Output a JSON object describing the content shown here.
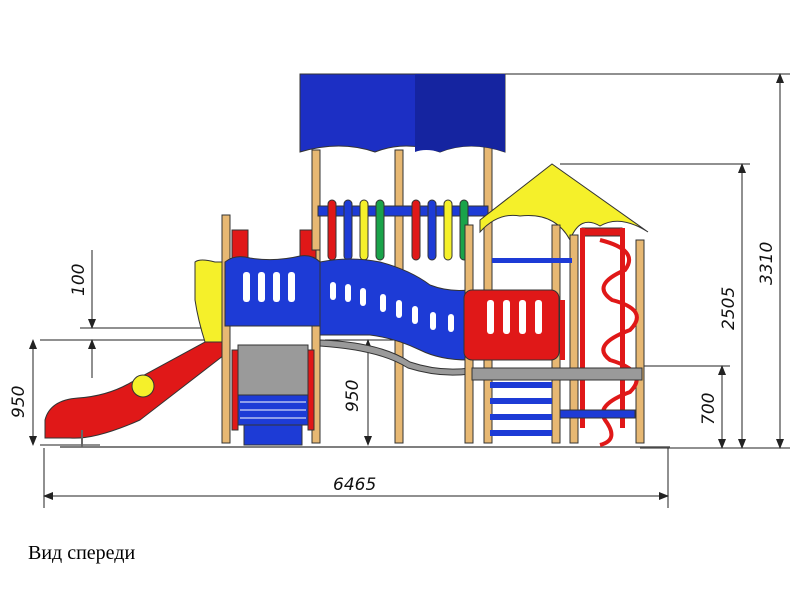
{
  "caption": "Вид спереди",
  "dimensions": {
    "total_width": "6465",
    "total_height": "3310",
    "roof_height": "2505",
    "platform_right": "700",
    "platform_left": "950",
    "platform_middle": "950",
    "rail_gap": "100"
  },
  "colors": {
    "canopy_blue": "#1c2fc4",
    "panel_blue": "#1d3bd6",
    "slide_red": "#e01818",
    "roof_yellow": "#f5f02a",
    "post_wood": "#e7b873",
    "green": "#1aa34a",
    "grey": "#9a9a9a"
  }
}
